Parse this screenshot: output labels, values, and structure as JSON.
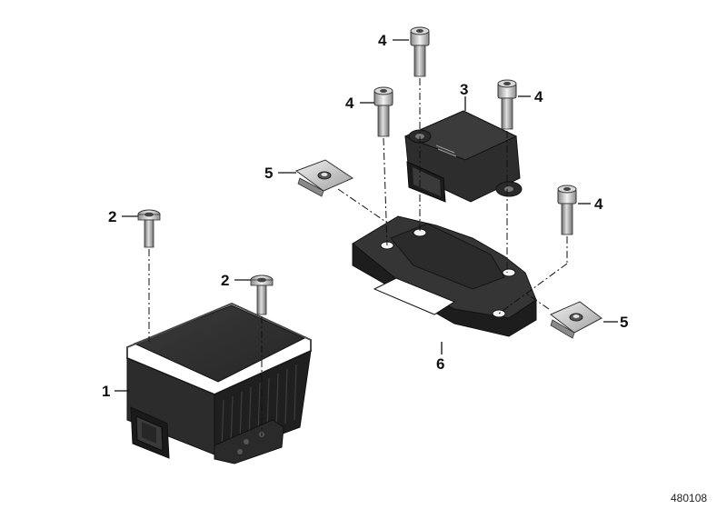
{
  "diagram": {
    "callouts": [
      {
        "id": "1",
        "label": "1"
      },
      {
        "id": "2a",
        "label": "2"
      },
      {
        "id": "2b",
        "label": "2"
      },
      {
        "id": "3",
        "label": "3"
      },
      {
        "id": "4a",
        "label": "4"
      },
      {
        "id": "4b",
        "label": "4"
      },
      {
        "id": "4c",
        "label": "4"
      },
      {
        "id": "4d",
        "label": "4"
      },
      {
        "id": "5a",
        "label": "5"
      },
      {
        "id": "5b",
        "label": "5"
      },
      {
        "id": "6",
        "label": "6"
      }
    ],
    "document_number": "480108",
    "colors": {
      "part_dark": "#2a2a2a",
      "part_mid": "#3c3c3c",
      "part_light": "#5a5a5a",
      "metal": "#9a9a9a",
      "metal_light": "#d8d8d8"
    }
  }
}
